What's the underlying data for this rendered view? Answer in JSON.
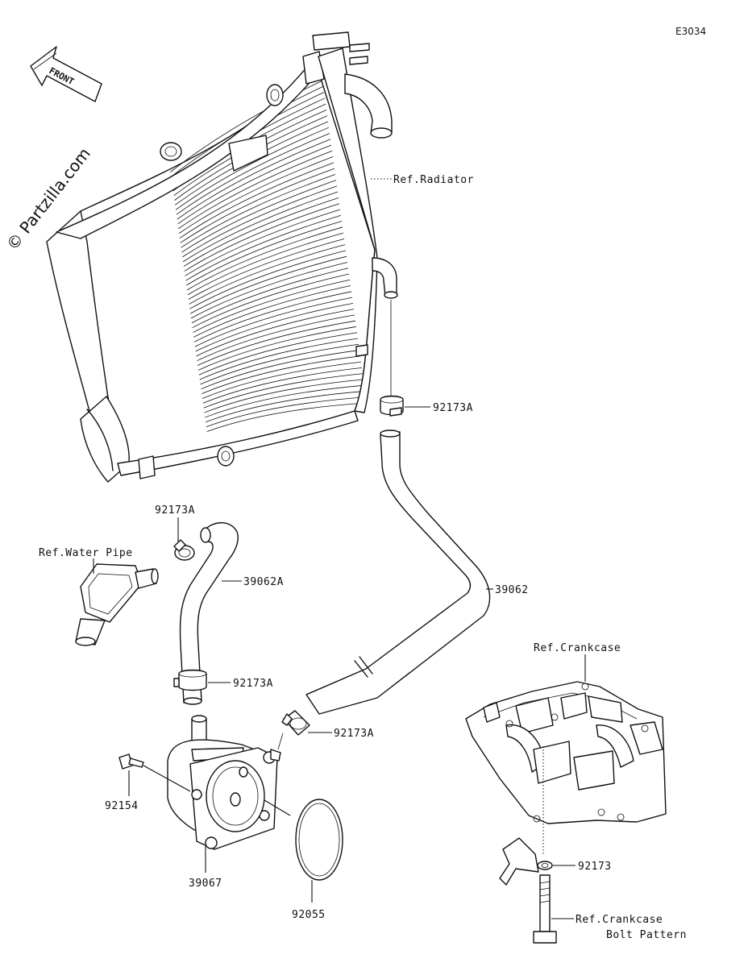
{
  "figure_code": "E3034",
  "watermark": "© Partzilla.com",
  "front_arrow_label": "FRONT",
  "labels": {
    "ref_radiator": "Ref.Radiator",
    "p92173A_top": "92173A",
    "p92173A_left": "92173A",
    "ref_water_pipe": "Ref.Water Pipe",
    "p39062A": "39062A",
    "p39062": "39062",
    "p92173A_mid": "92173A",
    "p92173A_cooler": "92173A",
    "ref_crankcase": "Ref.Crankcase",
    "p92154": "92154",
    "p39067": "39067",
    "p92055": "92055",
    "p92173": "92173",
    "ref_crankcase_bolt_line1": "Ref.Crankcase",
    "ref_crankcase_bolt_line2": "Bolt Pattern"
  }
}
